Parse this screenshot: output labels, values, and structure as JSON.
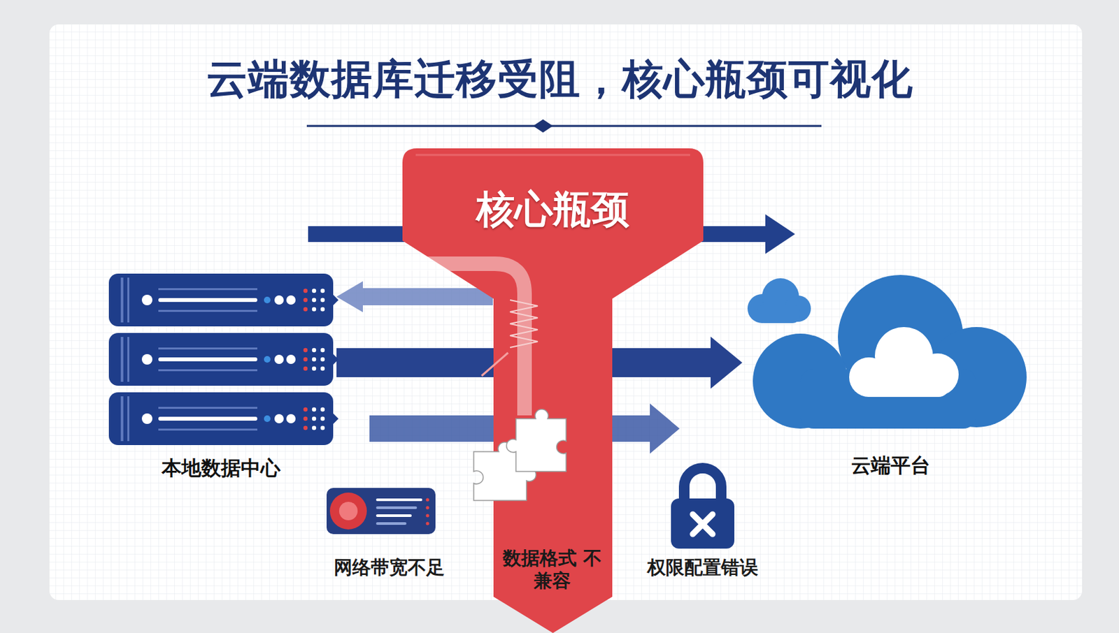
{
  "diagram": {
    "title": "云端数据库迁移受阻，核心瓶颈可视化",
    "nodes": [
      {
        "text": [
          "核心瓶颈",
          "数据格式 不兼容"
        ]
      },
      {
        "text": [
          "本地数据中心"
        ]
      },
      {
        "text": [
          "云端平台"
        ]
      },
      {
        "text": [
          "网络带宽不足"
        ]
      },
      {
        "text": [
          "权限配置错误"
        ]
      }
    ],
    "edges": [
      {
        "from": 1,
        "to": 2,
        "arrow": "to"
      },
      {
        "from": 0,
        "to": 1,
        "arrow": "to"
      }
    ]
  }
}
